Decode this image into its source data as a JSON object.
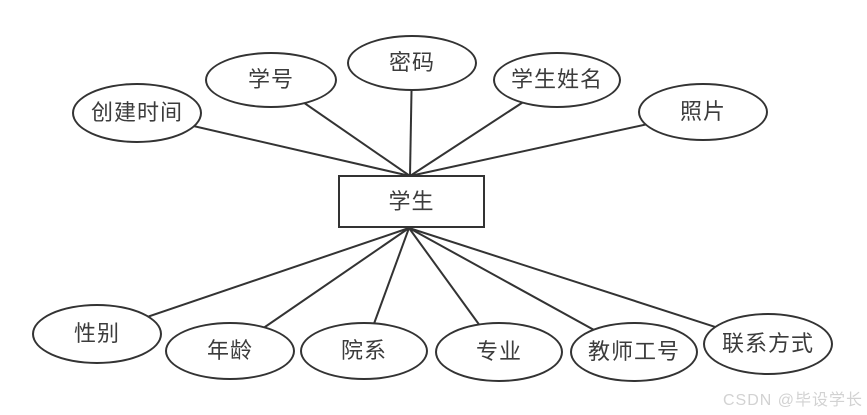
{
  "diagram": {
    "type": "entity-relationship",
    "entity_label": "学生",
    "top_attributes": [
      "创建时间",
      "学号",
      "密码",
      "学生姓名",
      "照片"
    ],
    "bottom_attributes": [
      "性别",
      "年龄",
      "院系",
      "专业",
      "教师工号",
      "联系方式"
    ],
    "stroke_color": "#333333",
    "text_color": "#3c3c3c",
    "background_color": "#ffffff"
  },
  "watermark": {
    "text": "CSDN @毕设学长",
    "color": "#d2d2d2"
  }
}
